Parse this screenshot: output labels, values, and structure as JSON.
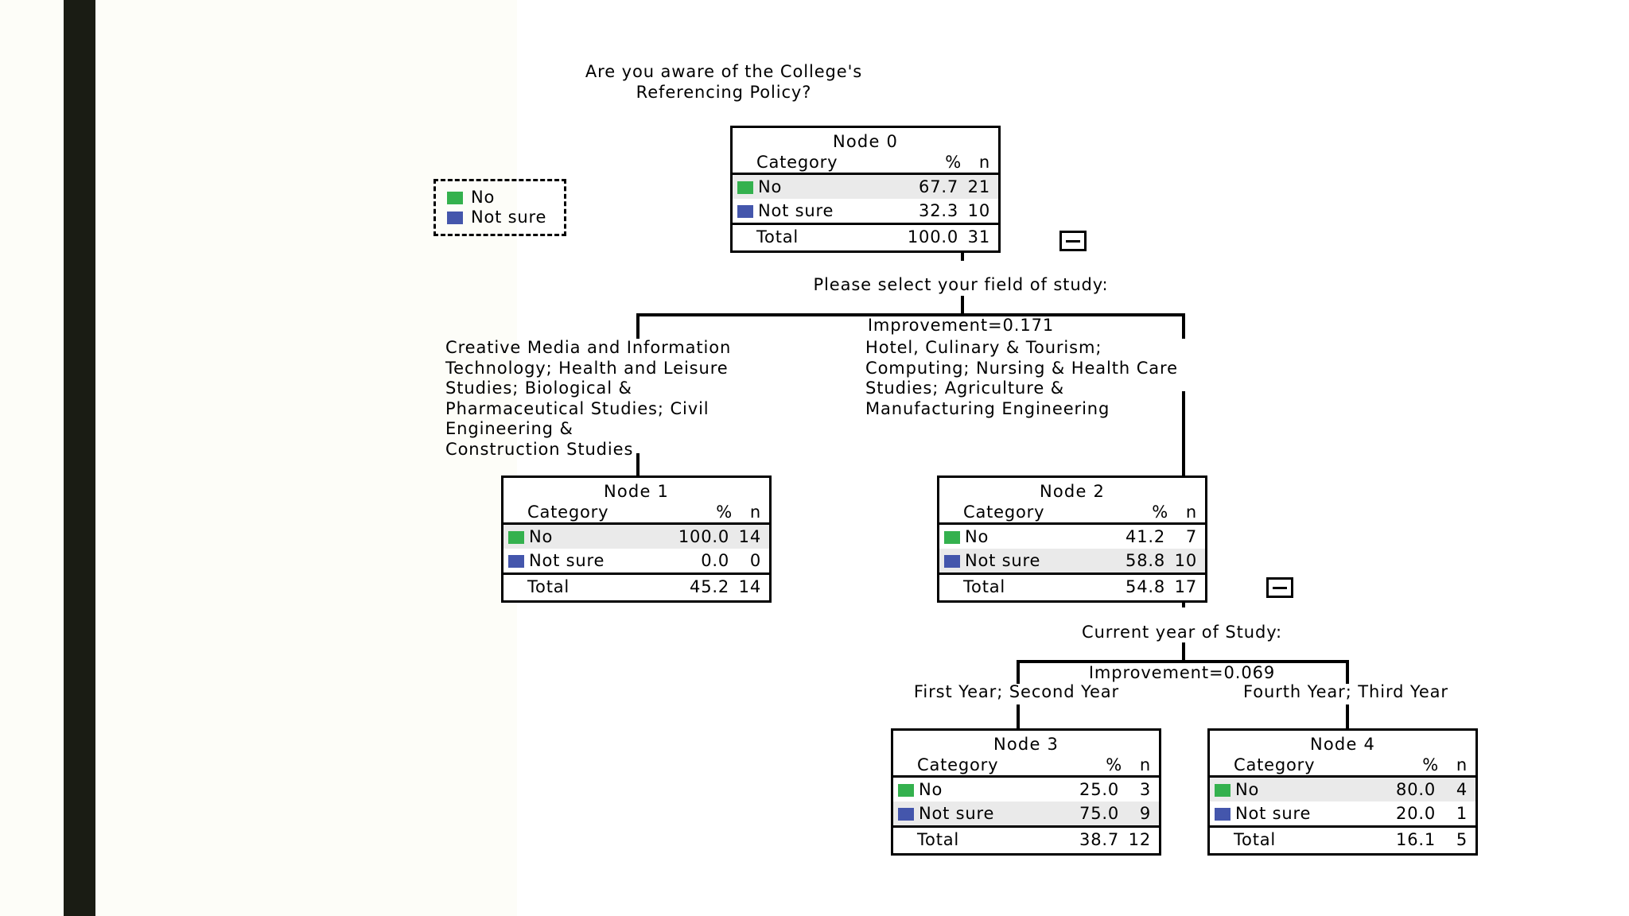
{
  "theme": {
    "page_background": "#fdfdf8",
    "sidebar_bar_color": "#1a1c14",
    "canvas_background": "#ffffff",
    "line_color": "#000000",
    "highlight_row_color": "#eaeaea",
    "category_colors": {
      "No": "#34b14e",
      "Not sure": "#4456ac"
    }
  },
  "title": "Are you aware of the College's\nReferencing Policy?",
  "legend": {
    "name": "category-legend",
    "items": [
      {
        "label": "No",
        "color": "#34b14e",
        "swatch": "green-swatch"
      },
      {
        "label": "Not sure",
        "color": "#4456ac",
        "swatch": "blue-swatch"
      }
    ]
  },
  "table_headers": {
    "category": "Category",
    "percent": "%",
    "count": "n"
  },
  "total_label": "Total",
  "collapse_icon": "minus-icon",
  "splits": [
    {
      "id": "split-field-of-study",
      "variable": "Please select your field of study:",
      "improvement": "Improvement=0.171",
      "parent": "Node 0"
    },
    {
      "id": "split-current-year",
      "variable": "Current year of Study:",
      "improvement": "Improvement=0.069",
      "parent": "Node 2"
    }
  ],
  "branch_labels": {
    "node1": "Creative Media and Information\nTechnology; Health and Leisure\nStudies; Biological &\nPharmaceutical Studies; Civil\nEngineering &\nConstruction Studies",
    "node2": "Hotel, Culinary & Tourism;\nComputing; Nursing & Health Care\nStudies; Agriculture &\nManufacturing Engineering",
    "node3": "First Year; Second Year",
    "node4": "Fourth Year; Third Year"
  },
  "nodes": [
    {
      "id": "node-0",
      "title": "Node 0",
      "has_collapse": true,
      "rows": [
        {
          "category": "No",
          "swatch": "green-swatch",
          "percent": "67.7",
          "n": "21",
          "highlighted": true
        },
        {
          "category": "Not sure",
          "swatch": "blue-swatch",
          "percent": "32.3",
          "n": "10",
          "highlighted": false
        }
      ],
      "total": {
        "label": "Total",
        "percent": "100.0",
        "n": "31"
      }
    },
    {
      "id": "node-1",
      "title": "Node 1",
      "has_collapse": false,
      "rows": [
        {
          "category": "No",
          "swatch": "green-swatch",
          "percent": "100.0",
          "n": "14",
          "highlighted": true
        },
        {
          "category": "Not sure",
          "swatch": "blue-swatch",
          "percent": "0.0",
          "n": "0",
          "highlighted": false
        }
      ],
      "total": {
        "label": "Total",
        "percent": "45.2",
        "n": "14"
      }
    },
    {
      "id": "node-2",
      "title": "Node 2",
      "has_collapse": true,
      "rows": [
        {
          "category": "No",
          "swatch": "green-swatch",
          "percent": "41.2",
          "n": "7",
          "highlighted": false
        },
        {
          "category": "Not sure",
          "swatch": "blue-swatch",
          "percent": "58.8",
          "n": "10",
          "highlighted": true
        }
      ],
      "total": {
        "label": "Total",
        "percent": "54.8",
        "n": "17"
      }
    },
    {
      "id": "node-3",
      "title": "Node 3",
      "has_collapse": false,
      "rows": [
        {
          "category": "No",
          "swatch": "green-swatch",
          "percent": "25.0",
          "n": "3",
          "highlighted": false
        },
        {
          "category": "Not sure",
          "swatch": "blue-swatch",
          "percent": "75.0",
          "n": "9",
          "highlighted": true
        }
      ],
      "total": {
        "label": "Total",
        "percent": "38.7",
        "n": "12"
      }
    },
    {
      "id": "node-4",
      "title": "Node 4",
      "has_collapse": false,
      "rows": [
        {
          "category": "No",
          "swatch": "green-swatch",
          "percent": "80.0",
          "n": "4",
          "highlighted": true
        },
        {
          "category": "Not sure",
          "swatch": "blue-swatch",
          "percent": "20.0",
          "n": "1",
          "highlighted": false
        }
      ],
      "total": {
        "label": "Total",
        "percent": "16.1",
        "n": "5"
      }
    }
  ],
  "chart_data": {
    "type": "tree",
    "title": "Are you aware of the College's Referencing Policy?",
    "target_categories": [
      "No",
      "Not sure"
    ],
    "total_n": 31,
    "nodes": [
      {
        "node": 0,
        "parent": null,
        "label": "Node 0",
        "n": 31,
        "percent_of_total": 100.0,
        "distribution": [
          {
            "category": "No",
            "percent": 67.7,
            "n": 21
          },
          {
            "category": "Not sure",
            "percent": 32.3,
            "n": 10
          }
        ],
        "predicted": "No"
      },
      {
        "node": 1,
        "parent": 0,
        "label": "Node 1",
        "n": 14,
        "percent_of_total": 45.2,
        "split_variable": "Please select your field of study:",
        "split_values": "Creative Media and Information Technology; Health and Leisure Studies; Biological & Pharmaceutical Studies; Civil Engineering & Construction Studies",
        "distribution": [
          {
            "category": "No",
            "percent": 100.0,
            "n": 14
          },
          {
            "category": "Not sure",
            "percent": 0.0,
            "n": 0
          }
        ],
        "predicted": "No"
      },
      {
        "node": 2,
        "parent": 0,
        "label": "Node 2",
        "n": 17,
        "percent_of_total": 54.8,
        "split_variable": "Please select your field of study:",
        "split_values": "Hotel, Culinary & Tourism; Computing; Nursing & Health Care Studies; Agriculture & Manufacturing Engineering",
        "distribution": [
          {
            "category": "No",
            "percent": 41.2,
            "n": 7
          },
          {
            "category": "Not sure",
            "percent": 58.8,
            "n": 10
          }
        ],
        "predicted": "Not sure"
      },
      {
        "node": 3,
        "parent": 2,
        "label": "Node 3",
        "n": 12,
        "percent_of_total": 38.7,
        "split_variable": "Current year of Study:",
        "split_values": "First Year; Second Year",
        "distribution": [
          {
            "category": "No",
            "percent": 25.0,
            "n": 3
          },
          {
            "category": "Not sure",
            "percent": 75.0,
            "n": 9
          }
        ],
        "predicted": "Not sure"
      },
      {
        "node": 4,
        "parent": 2,
        "label": "Node 4",
        "n": 5,
        "percent_of_total": 16.1,
        "split_variable": "Current year of Study:",
        "split_values": "Fourth Year; Third Year",
        "distribution": [
          {
            "category": "No",
            "percent": 80.0,
            "n": 4
          },
          {
            "category": "Not sure",
            "percent": 20.0,
            "n": 1
          }
        ],
        "predicted": "No"
      }
    ],
    "splits": [
      {
        "parent_node": 0,
        "variable": "Please select your field of study:",
        "improvement": 0.171,
        "children": [
          1,
          2
        ]
      },
      {
        "parent_node": 2,
        "variable": "Current year of Study:",
        "improvement": 0.069,
        "children": [
          3,
          4
        ]
      }
    ]
  }
}
